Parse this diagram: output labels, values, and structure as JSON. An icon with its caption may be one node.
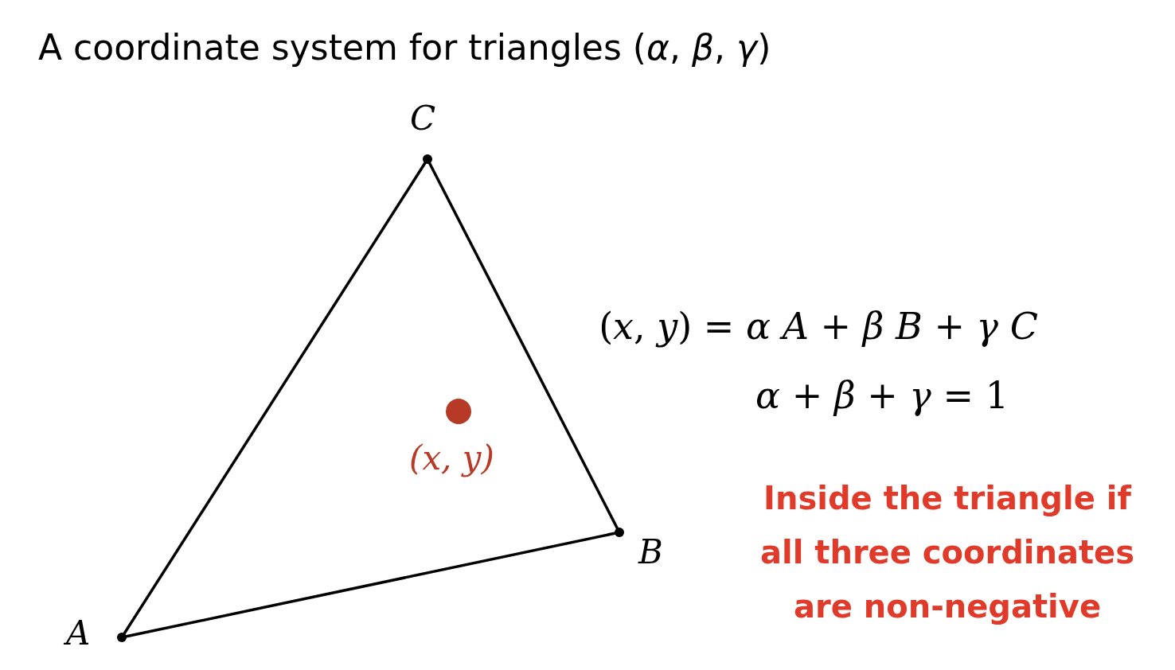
{
  "diagram": {
    "title": "A coordinate system for triangles (*α*, *β*, *γ*)",
    "nodes": [
      {
        "text": [
          "C"
        ]
      },
      {
        "text": [
          "B"
        ]
      },
      {
        "text": [
          "A"
        ]
      },
      {
        "text": [
          "(x, y)"
        ]
      }
    ],
    "edges": [
      {
        "from": 2,
        "to": 1,
        "arrow": "none"
      },
      {
        "from": 1,
        "to": 0,
        "arrow": "none"
      },
      {
        "from": 0,
        "to": 2,
        "arrow": "none"
      }
    ],
    "labels": [
      "(*x*, *y*) = *α A* + *β B* + *γ C*",
      "*α* + *β* + *γ* = 1",
      "Inside the triangle if all three coordinates are non-negative"
    ]
  }
}
